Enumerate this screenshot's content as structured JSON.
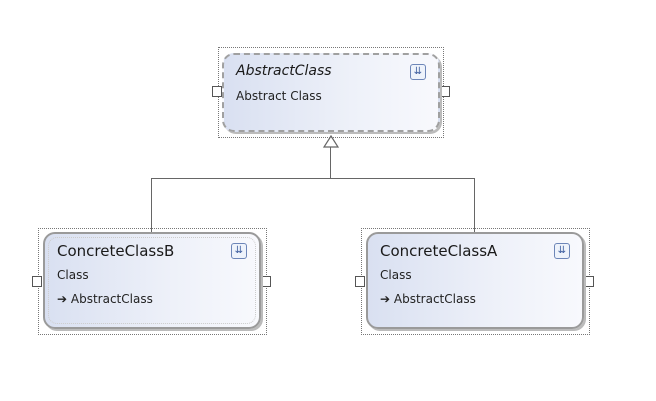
{
  "classes": [
    {
      "name": "AbstractClass",
      "kind": "Abstract Class"
    },
    {
      "name": "ConcreteClassB",
      "kind": "Class",
      "base": "AbstractClass"
    },
    {
      "name": "ConcreteClassA",
      "kind": "Class",
      "base": "AbstractClass"
    }
  ],
  "icons": {
    "expand": "double-chevron-down-icon",
    "inherit": "arrow-right-icon"
  }
}
